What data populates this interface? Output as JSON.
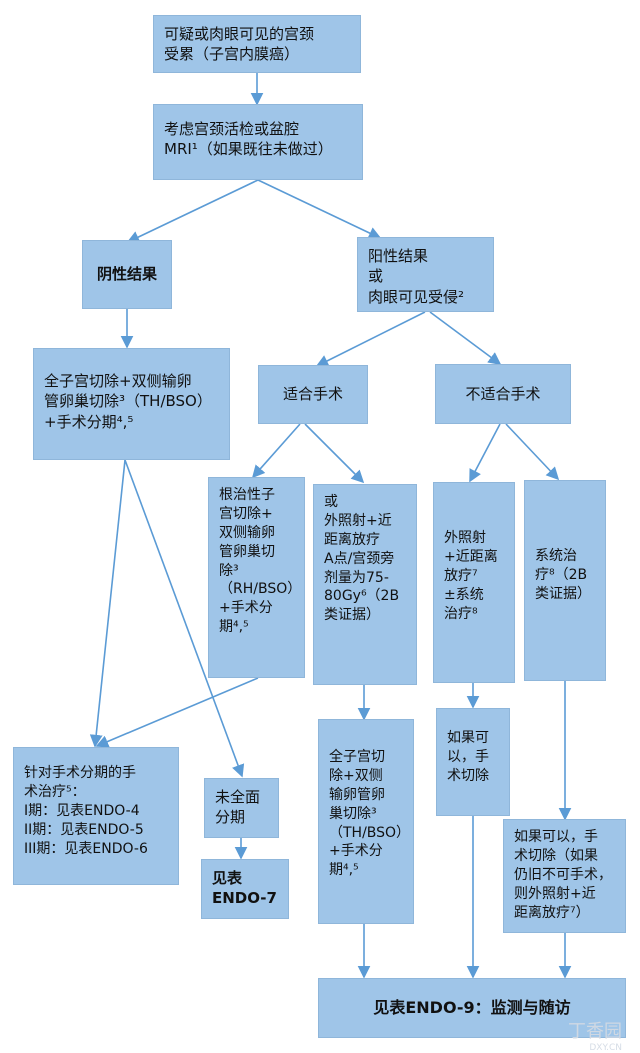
{
  "nodes": {
    "n1": "可疑或肉眼可见的宫颈\n受累（子宫内膜癌）",
    "n2": "考虑宫颈活检或盆腔\nMRI¹（如果既往未做过）",
    "neg": "阴性结果",
    "pos": "阳性结果\n或\n肉眼可见受侵²",
    "tah": "全子宫切除+双侧输卵\n管卵巢切除³（TH/BSO）\n+手术分期⁴,⁵",
    "fit": "适合手术",
    "unfit": "不适合手术",
    "radical": "根治性子\n宫切除+\n双侧输卵\n管卵巢切\n除³\n（RH/BSO）\n+手术分\n期⁴,⁵",
    "ebrt_alt": "或\n外照射+近\n距离放疗\nA点/宫颈旁\n剂量为75-\n80Gy⁶（2B\n类证据）",
    "ebrt": "外照射\n+近距离\n放疗⁷\n±系统\n治疗⁸",
    "systemic": "系统治\n疗⁸（2B\n类证据）",
    "tah2": "全子宫切\n除+双侧\n输卵管卵\n巢切除³\n（TH/BSO）\n+手术分\n期⁴,⁵",
    "ifpossible": "如果可\n以，手\n术切除",
    "ifpossible2": "如果可以，手\n术切除（如果\n仍旧不可手术，\n则外照射+近\n距离放疗⁷）",
    "staging": "针对手术分期的手\n术治疗⁵：\nI期：见表ENDO-4\nII期：见表ENDO-5\nIII期：见表ENDO-6",
    "incomplete": "未全面\n分期",
    "endo7": "见表\nENDO-7",
    "final": "见表ENDO-9：监测与随访"
  },
  "watermark": "丁香园",
  "watermark_sub": "DXY.CN",
  "colors": {
    "box": "#9fc5e8",
    "edge": "#5b9bd5"
  }
}
